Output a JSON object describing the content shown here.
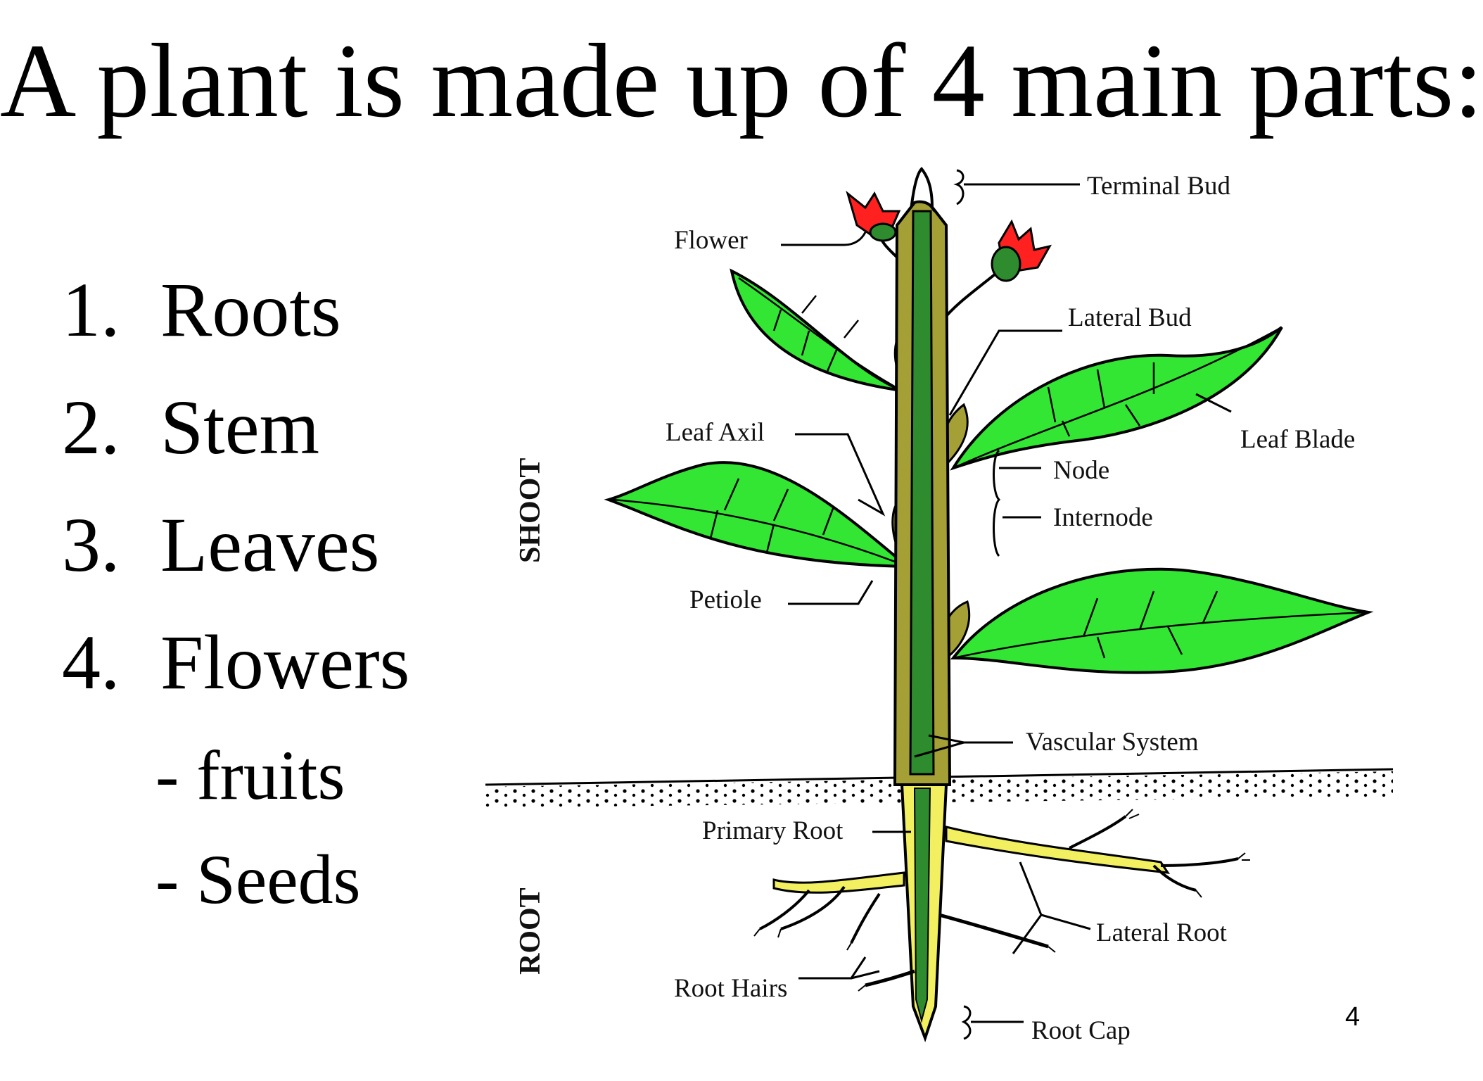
{
  "title": "A plant is made up of 4 main parts:",
  "parts": [
    {
      "num": "1.",
      "label": "Roots"
    },
    {
      "num": "2.",
      "label": "Stem"
    },
    {
      "num": "3.",
      "label": "Leaves"
    },
    {
      "num": "4.",
      "label": "Flowers"
    }
  ],
  "sub_parts": [
    "- fruits",
    "- Seeds"
  ],
  "diagram": {
    "side_labels": {
      "shoot": "SHOOT",
      "root": "ROOT"
    },
    "labels": {
      "terminal_bud": "Terminal Bud",
      "flower": "Flower",
      "lateral_bud": "Lateral Bud",
      "leaf_axil": "Leaf Axil",
      "leaf_blade": "Leaf Blade",
      "node": "Node",
      "internode": "Internode",
      "petiole": "Petiole",
      "vascular_system": "Vascular System",
      "primary_root": "Primary Root",
      "lateral_root": "Lateral Root",
      "root_hairs": "Root Hairs",
      "root_cap": "Root Cap"
    },
    "colors": {
      "leaf": "#33e633",
      "stem": "#2e8b2e",
      "stem_outer": "#a5a036",
      "root": "#f2f060",
      "petal": "#ff2020"
    }
  },
  "page_number": "4"
}
